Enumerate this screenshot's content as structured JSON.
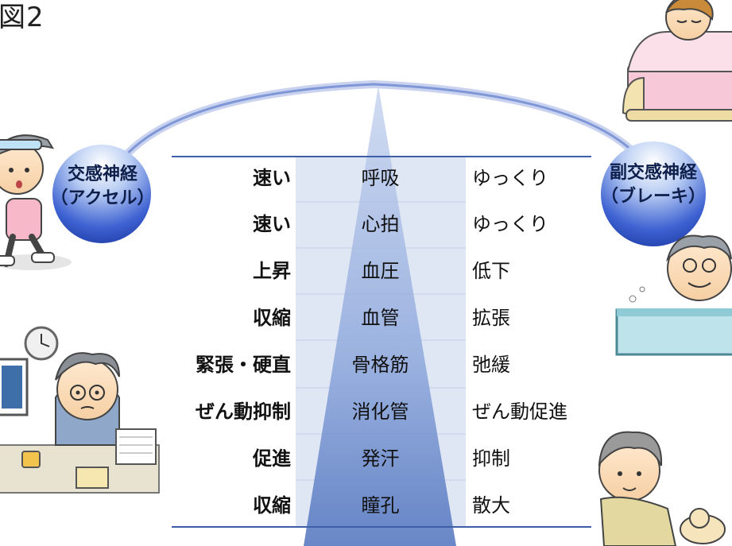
{
  "figure_label": "図2",
  "left_node": {
    "line1": "交感神経",
    "line2": "（アクセル）"
  },
  "right_node": {
    "line1": "副交感神経",
    "line2": "（ブレーキ）"
  },
  "rows": [
    {
      "sympathetic": "速い",
      "item": "呼吸",
      "parasympathetic": "ゆっくり"
    },
    {
      "sympathetic": "速い",
      "item": "心拍",
      "parasympathetic": "ゆっくり"
    },
    {
      "sympathetic": "上昇",
      "item": "血圧",
      "parasympathetic": "低下"
    },
    {
      "sympathetic": "収縮",
      "item": "血管",
      "parasympathetic": "拡張"
    },
    {
      "sympathetic": "緊張・硬直",
      "item": "骨格筋",
      "parasympathetic": "弛緩"
    },
    {
      "sympathetic": "ぜん動抑制",
      "item": "消化管",
      "parasympathetic": "ぜん動促進"
    },
    {
      "sympathetic": "促進",
      "item": "発汗",
      "parasympathetic": "抑制"
    },
    {
      "sympathetic": "収縮",
      "item": "瞳孔",
      "parasympathetic": "散大"
    }
  ],
  "colors": {
    "node_fill": "#2d50c8",
    "rule": "#3e5fa8",
    "column_bg": "#dfe6f4",
    "pivot": "#5b7fc6"
  }
}
